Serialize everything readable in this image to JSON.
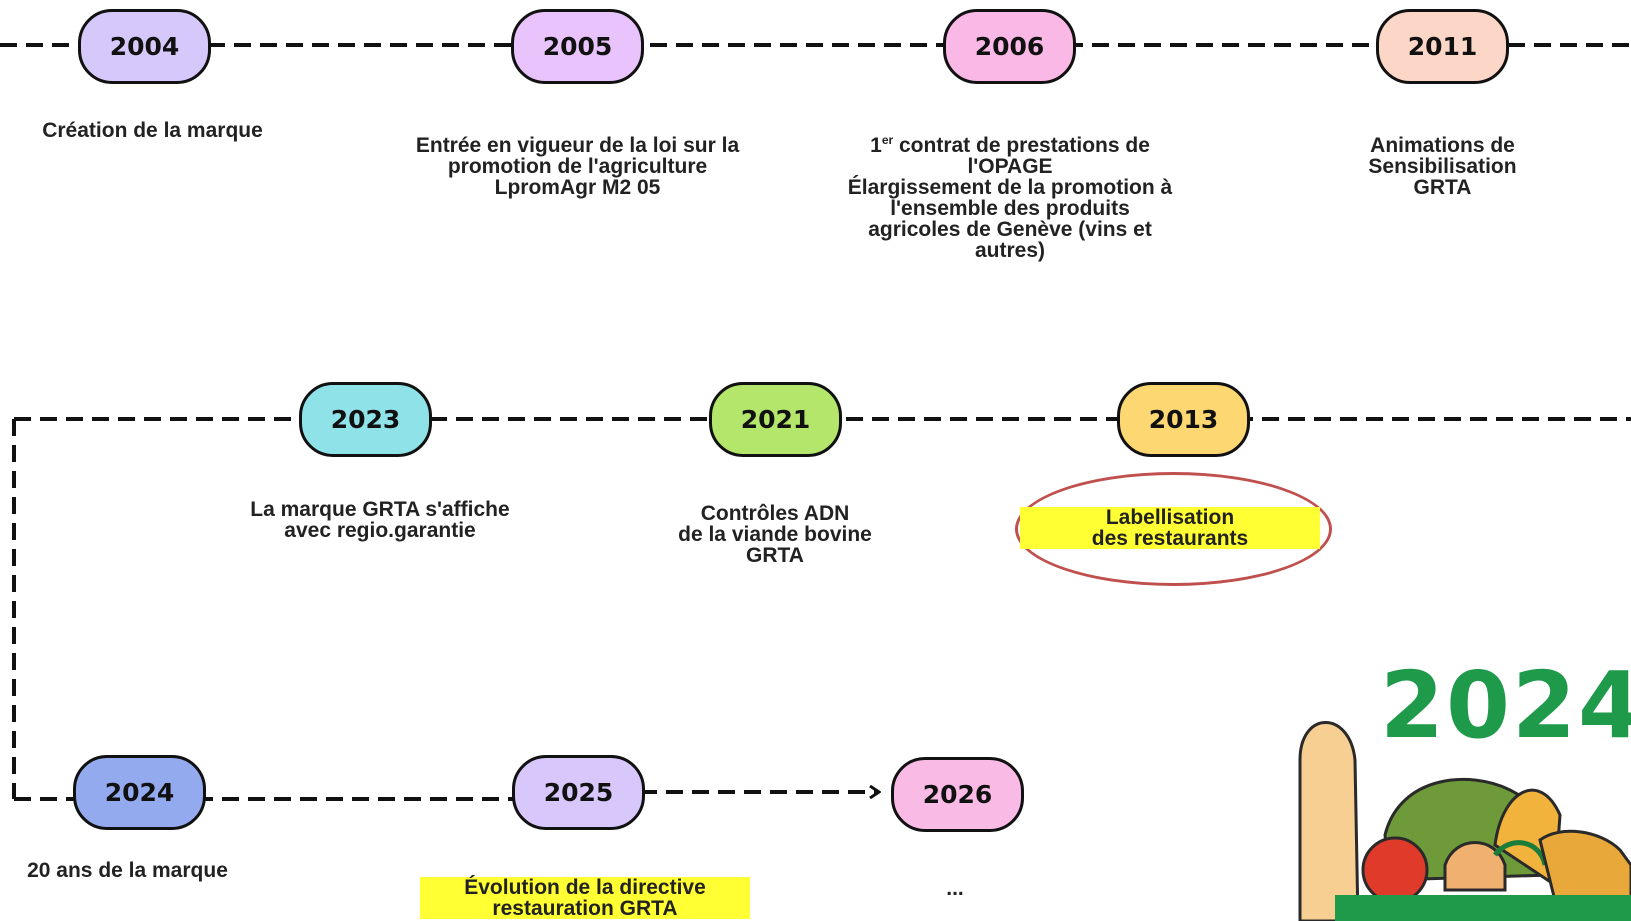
{
  "years": {
    "y2004": "2004",
    "y2005": "2005",
    "y2006": "2006",
    "y2011": "2011",
    "y2023": "2023",
    "y2021": "2021",
    "y2013": "2013",
    "y2024": "2024",
    "y2025": "2025",
    "y2026": "2026"
  },
  "events": {
    "e2004": "Création de la marque",
    "e2005": [
      "Entrée en vigueur de la loi sur la",
      "promotion de l'agriculture",
      "LpromAgr M2 05"
    ],
    "e2006": {
      "ordinal": "1",
      "ordinal_suffix": "er",
      "line1": " contrat de prestations de",
      "line2": "l'OPAGE",
      "line3": "Élargissement de la promotion à",
      "line4": "l'ensemble des produits",
      "line5": "agricoles de Genève (vins et",
      "line6": "autres)"
    },
    "e2011": [
      "Animations de",
      "Sensibilisation",
      "GRTA"
    ],
    "e2023": [
      "La marque GRTA s'affiche",
      "avec regio.garantie"
    ],
    "e2021": [
      "Contrôles ADN",
      "de la viande bovine",
      "GRTA"
    ],
    "e2013": [
      "Labellisation",
      "des restaurants"
    ],
    "e2024": "20 ans de la marque",
    "e2025": [
      "Évolution de la directive",
      "restauration GRTA"
    ],
    "e2026": "..."
  },
  "logo": {
    "text": "2024"
  },
  "colors": {
    "c2004": "#d6c8fa",
    "c2005": "#e9c3fb",
    "c2006": "#f9b8e6",
    "c2011": "#fcd6c6",
    "c2023": "#8ee2e8",
    "c2021": "#b3e66a",
    "c2013": "#fcd772",
    "c2024": "#94aaee",
    "c2025": "#d7c7fb",
    "c2026": "#f9bbe6",
    "highlight": "#ffff33",
    "ellipse": "#c0504d",
    "logo_green": "#1f9a4a"
  }
}
